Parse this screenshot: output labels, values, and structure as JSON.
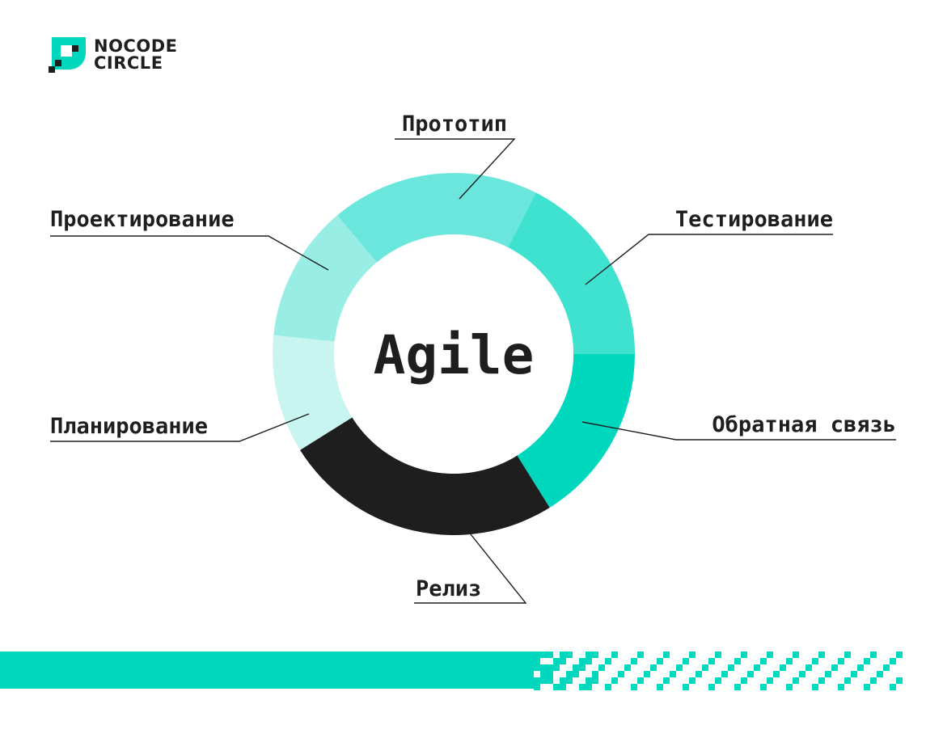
{
  "brand": {
    "line1": "NOCODE",
    "line2": "CIRCLE",
    "accent": "#00d8be",
    "ink": "#1e1e1e"
  },
  "center": {
    "title": "Agile"
  },
  "stages": [
    {
      "key": "prototype",
      "label": "Прототип",
      "color": "#6ae6dc"
    },
    {
      "key": "testing",
      "label": "Тестирование",
      "color": "#3ee2cf"
    },
    {
      "key": "feedback",
      "label": "Обратная связь",
      "color": "#00d8be"
    },
    {
      "key": "release",
      "label": "Релиз",
      "color": "#1e1e1e"
    },
    {
      "key": "planning",
      "label": "Планирование",
      "color": "#c8f5f0"
    },
    {
      "key": "design",
      "label": "Проектирование",
      "color": "#98eee4"
    }
  ]
}
